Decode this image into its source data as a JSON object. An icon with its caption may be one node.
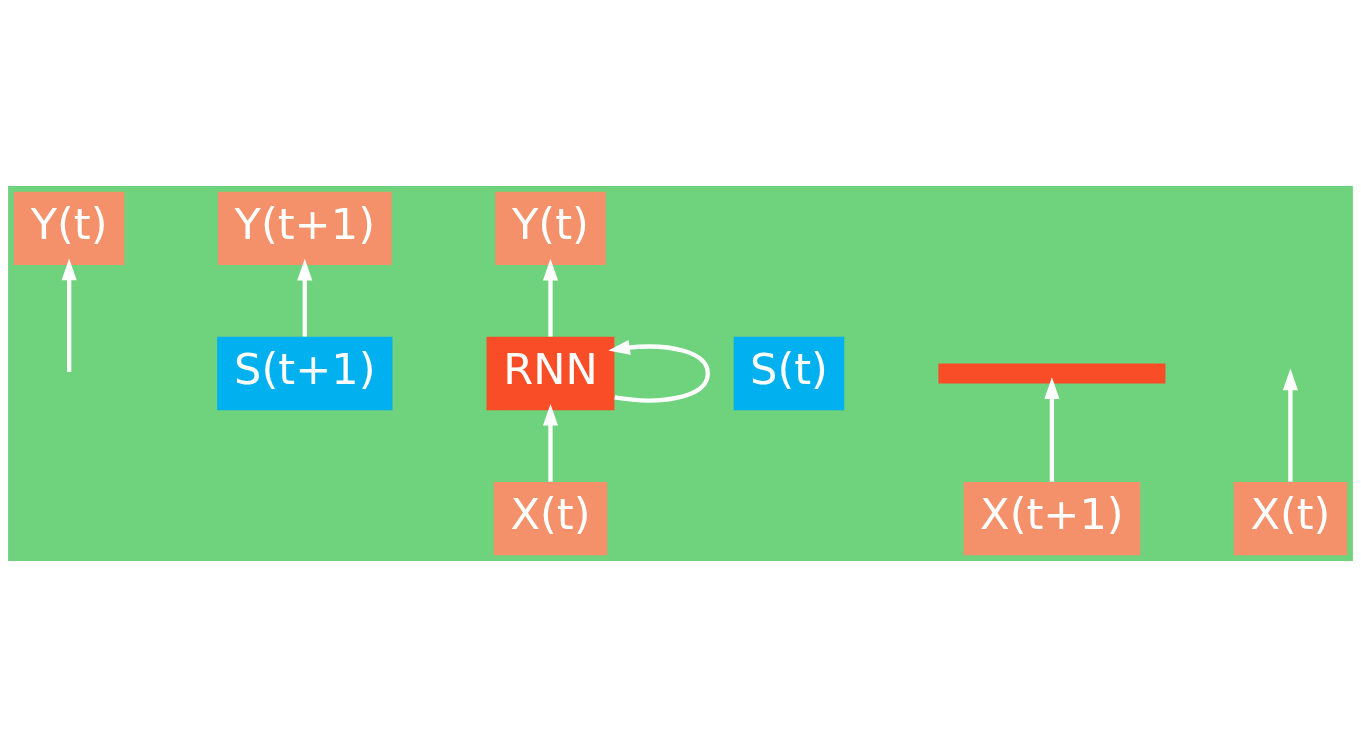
{
  "diagram": {
    "nodes": [
      {
        "text": [
          "Y(t)"
        ]
      },
      {
        "text": [
          "Y(t+1)"
        ]
      },
      {
        "text": [
          "Y(t)"
        ]
      },
      {
        "text": [
          "S(t)"
        ]
      },
      {
        "text": [
          "S(t+1)"
        ]
      },
      {
        "text": [],
        "shape": "bar"
      },
      {
        "text": [
          "RNN"
        ]
      },
      {
        "text": [
          "X(t)"
        ]
      },
      {
        "text": [
          "X(t+1)"
        ]
      },
      {
        "text": [
          "X(t)"
        ]
      }
    ],
    "edges": [
      {
        "from": 7,
        "to": null,
        "arrow": "to"
      },
      {
        "from": null,
        "to": 0,
        "arrow": "to"
      },
      {
        "from": 8,
        "to": 5,
        "arrow": "to"
      },
      {
        "from": 4,
        "to": 1,
        "arrow": "to"
      },
      {
        "from": 9,
        "to": 6,
        "arrow": "to"
      },
      {
        "from": 6,
        "to": 2,
        "arrow": "to"
      },
      {
        "from": 6,
        "to": 6,
        "arrow": "to"
      }
    ]
  }
}
